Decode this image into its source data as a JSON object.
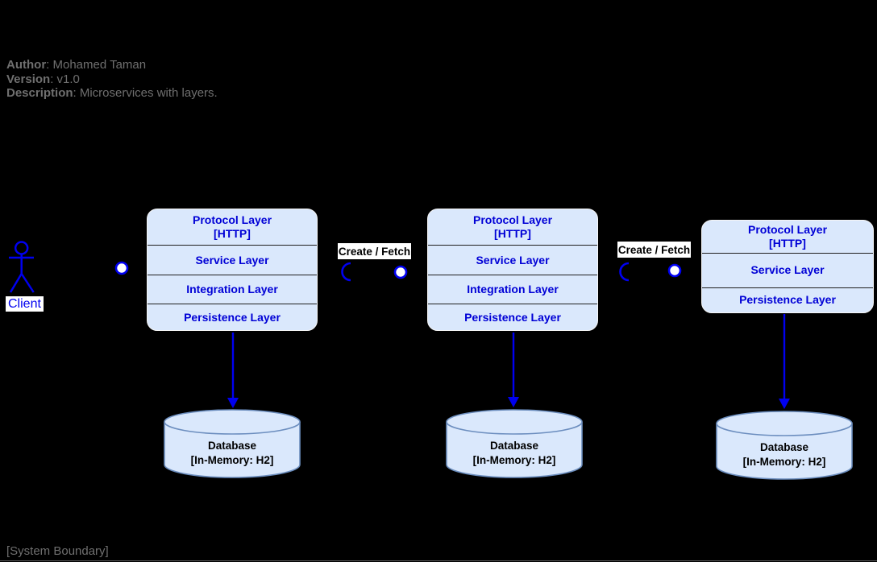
{
  "colors": {
    "background": "#000000",
    "node-fill": "#dae8fc",
    "node-border": "#f5f5f5",
    "node-divider": "#1f1f1f",
    "cylinder-border": "#6c8ebf",
    "layer-text": "#0000d6",
    "accent-blue": "#0000f0",
    "muted-text": "#6f6f6f",
    "label-bg": "#ffffff",
    "label-text": "#000000"
  },
  "header": {
    "author_label": "Author",
    "author_value": ": Mohamed Taman",
    "version_label": "Version",
    "version_value": ": v1.0",
    "description_label": "Description",
    "description_value": ": Microservices with layers."
  },
  "actor": {
    "label": "Client"
  },
  "connectors": [
    {
      "label": "Create / Fetch"
    },
    {
      "label": "Create / Fetch"
    }
  ],
  "services": [
    {
      "protocol_line1": "Protocol Layer",
      "protocol_line2": "[HTTP]",
      "layers": [
        "Service Layer",
        "Integration Layer",
        "Persistence Layer"
      ]
    },
    {
      "protocol_line1": "Protocol Layer",
      "protocol_line2": "[HTTP]",
      "layers": [
        "Service Layer",
        "Integration Layer",
        "Persistence Layer"
      ]
    },
    {
      "protocol_line1": "Protocol Layer",
      "protocol_line2": "[HTTP]",
      "layers": [
        "Service Layer",
        "Persistence Layer"
      ]
    }
  ],
  "databases": [
    {
      "line1": "Database",
      "line2": "[In-Memory: H2]"
    },
    {
      "line1": "Database",
      "line2": "[In-Memory: H2]"
    },
    {
      "line1": "Database",
      "line2": "[In-Memory: H2]"
    }
  ],
  "footer": {
    "system_boundary": "[System Boundary]"
  }
}
